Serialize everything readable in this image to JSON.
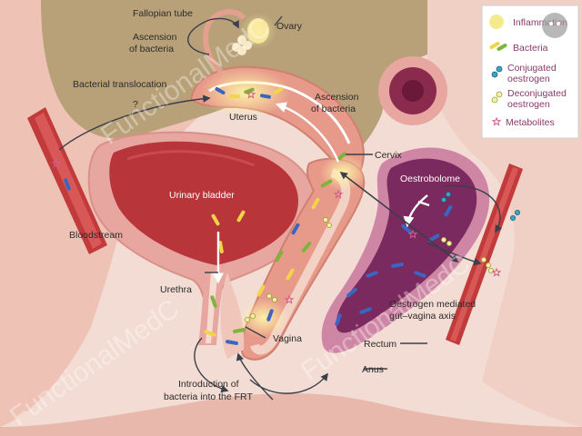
{
  "labels": {
    "fallopian_tube": "Fallopian tube",
    "ovary": "Ovary",
    "ascension_top_1": "Ascension",
    "ascension_top_2": "of bacteria",
    "bacterial_translocation": "Bacterial translocation",
    "question_mark": "?",
    "uterus": "Uterus",
    "ascension_mid_1": "Ascension",
    "ascension_mid_2": "of bacteria",
    "cervix": "Cervix",
    "urinary_bladder": "Urinary bladder",
    "bloodstream": "Bloodstream",
    "urethra": "Urethra",
    "vagina": "Vagina",
    "oestrobolome": "Oestrobolome",
    "gut_vagina_1": "Oestrogen mediated",
    "gut_vagina_2": "gut–vagina axis",
    "rectum": "Rectum",
    "anus": "Anus",
    "intro_1": "Introduction of",
    "intro_2": "bacteria into the FRT"
  },
  "legend": {
    "items": [
      {
        "label_1": "Inflammation",
        "label_2": "",
        "icon": "inflammation-icon"
      },
      {
        "label_1": "Bacteria",
        "label_2": "",
        "icon": "bacteria-icon"
      },
      {
        "label_1": "Conjugated",
        "label_2": "oestrogen",
        "icon": "conjugated-oestrogen-icon"
      },
      {
        "label_1": "Deconjugated",
        "label_2": "oestrogen",
        "icon": "deconjugated-oestrogen-icon"
      },
      {
        "label_1": "Metabolites",
        "label_2": "",
        "icon": "metabolites-icon"
      }
    ]
  },
  "watermark": {
    "text": "FunctionalMedC"
  },
  "colors": {
    "background": "#f3dcd3",
    "tissue": "#e8a6a0",
    "organ_red": "#b8353a",
    "inflammation": "#f6e57a",
    "bacteria_yellow": "#f1d447",
    "bacteria_green": "#7fb43a",
    "bacteria_blue": "#3a66c2",
    "conjugated": "#3aa6c6",
    "deconjugated": "#d8d86a",
    "metabolites": "#d25c8a",
    "rectum_purple": "#7a2a5e",
    "abdomen": "#b8a178"
  }
}
